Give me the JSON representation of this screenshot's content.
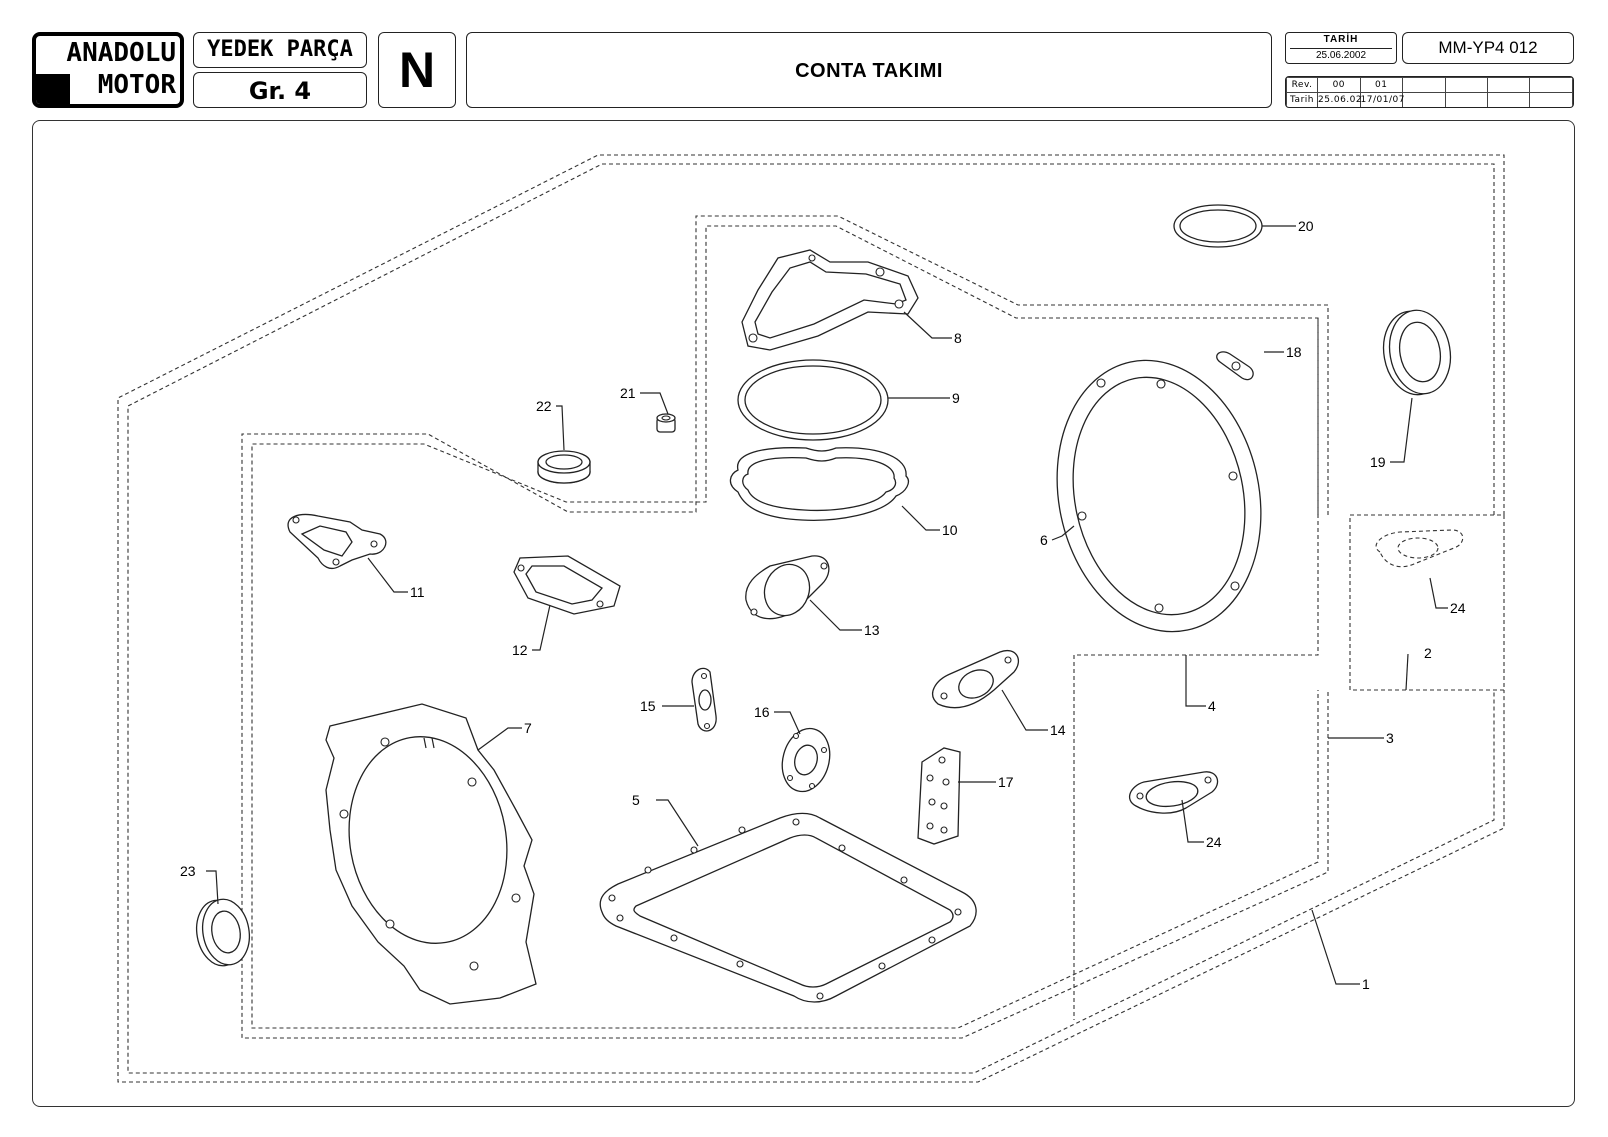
{
  "header": {
    "logo_line1": "ANADOLU",
    "logo_line2": "MOTOR",
    "section_title": "YEDEK PARÇA",
    "group": "Gr. 4",
    "model_letter": "N",
    "title": "CONTA TAKIMI",
    "date_label": "TARİH",
    "date_value": "25.06.2002",
    "doc_code": "MM-YP4 012",
    "revision": {
      "rev_label": "Rev.",
      "date_label": "Tarih",
      "revs": [
        "00",
        "01",
        "",
        "",
        "",
        ""
      ],
      "dates": [
        "25.06.02",
        "17/01/07",
        "",
        "",
        "",
        ""
      ]
    }
  },
  "callouts": {
    "c1": "1",
    "c2": "2",
    "c3": "3",
    "c4": "4",
    "c5": "5",
    "c6": "6",
    "c7": "7",
    "c8": "8",
    "c9": "9",
    "c10": "10",
    "c11": "11",
    "c12": "12",
    "c13": "13",
    "c14": "14",
    "c15": "15",
    "c16": "16",
    "c17": "17",
    "c18": "18",
    "c19": "19",
    "c20": "20",
    "c21": "21",
    "c22": "22",
    "c23": "23",
    "c24a": "24",
    "c24b": "24"
  }
}
